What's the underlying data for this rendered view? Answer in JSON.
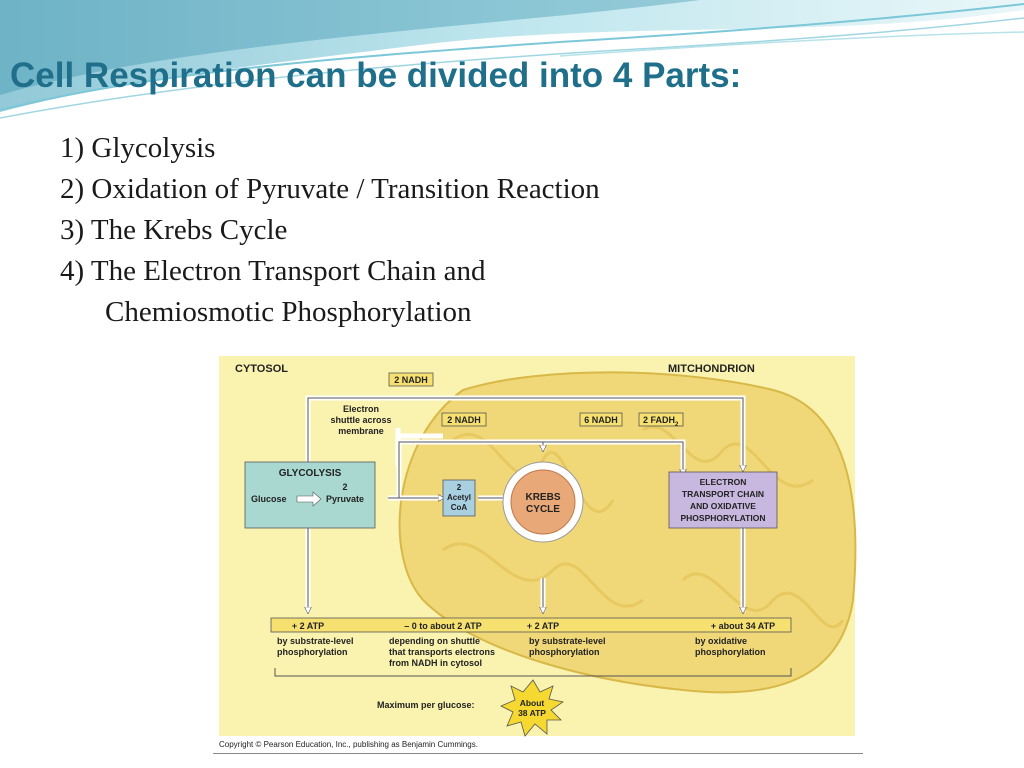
{
  "slide": {
    "title": "Cell Respiration can be divided into 4 Parts:",
    "list": [
      "1) Glycolysis",
      "2) Oxidation of Pyruvate / Transition Reaction",
      "3) The Krebs Cycle",
      "4) The Electron Transport Chain and",
      "Chemiosmotic Phosphorylation"
    ]
  },
  "diagram": {
    "cytosol_label": "CYTOSOL",
    "mitochondrion_label": "MITCHONDRION",
    "nadh_top": "2 NADH",
    "shuttle_1": "Electron",
    "shuttle_2": "shuttle across",
    "shuttle_3": "membrane",
    "nadh_mid": "2 NADH",
    "nadh_six": "6 NADH",
    "fadh": "2 FADH",
    "fadh_sub": "2",
    "glycolysis_title": "GLYCOLYSIS",
    "glucose": "Glucose",
    "pyruvate_1": "2",
    "pyruvate_2": "Pyruvate",
    "acetyl_1": "2",
    "acetyl_2": "Acetyl",
    "acetyl_3": "CoA",
    "krebs_1": "KREBS",
    "krebs_2": "CYCLE",
    "etc_1": "ELECTRON",
    "etc_2": "TRANSPORT CHAIN",
    "etc_3": "AND OXIDATIVE",
    "etc_4": "PHOSPHORYLATION",
    "atp_1": "+ 2 ATP",
    "atp_2": "– 0 to about 2 ATP",
    "atp_3": "+ 2 ATP",
    "atp_4": "+ about 34 ATP",
    "desc_1a": "by substrate-level",
    "desc_1b": "phosphorylation",
    "desc_2a": "depending on shuttle",
    "desc_2b": "that transports electrons",
    "desc_2c": "from NADH in cytosol",
    "desc_3a": "by substrate-level",
    "desc_3b": "phosphorylation",
    "desc_4a": "by oxidative",
    "desc_4b": "phosphorylation",
    "max_label": "Maximum per glucose:",
    "burst_1": "About",
    "burst_2": "38 ATP",
    "copyright": "Copyright © Pearson Education, Inc., publishing as Benjamin Cummings."
  },
  "colors": {
    "title": "#1f6e8a",
    "background_panel": "#faf3b0",
    "mitochondrion": "#f0d878",
    "glycolysis_box": "#a8d8d0",
    "etc_box": "#c8b8e0",
    "acetyl_box": "#a8d0e0",
    "krebs_ring": "#e8a878",
    "label_box": "#f5e070",
    "wave": "#7cc8d8"
  }
}
